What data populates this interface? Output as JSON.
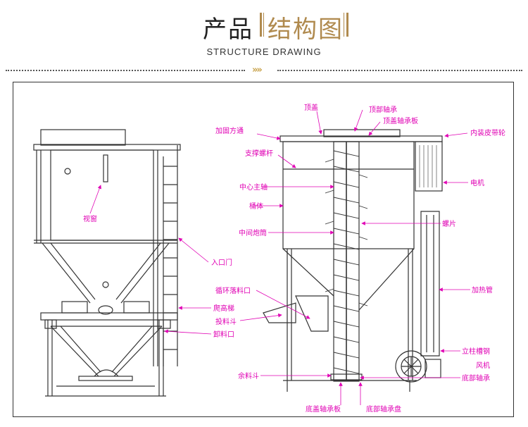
{
  "header": {
    "title_main": "产品",
    "title_accent": "结构图",
    "subtitle": "STRUCTURE DRAWING"
  },
  "colors": {
    "accent": "#b08a4e",
    "label": "#e000b4",
    "line": "#333333"
  },
  "left_labels": {
    "sight_window": "视窗",
    "inlet_door": "入口门",
    "ladder": "爬高梯",
    "discharge": "卸料口"
  },
  "right_labels": {
    "top_cover": "顶盖",
    "top_bearing": "顶部轴承",
    "top_cover_bearing_plate": "顶盖轴承板",
    "reinforced_square_tube": "加固方通",
    "inner_pulley": "内装皮带轮",
    "support_rod": "支撑螺杆",
    "motor": "电机",
    "center_shaft": "中心主轴",
    "barrel": "桶体",
    "middle_cannon_tube": "中间炮筒",
    "blade": "螺片",
    "circulation_port": "循环落料口",
    "heating_tube": "加热管",
    "feed_hopper": "投料斗",
    "column_channel": "立柱槽钢",
    "fan": "风机",
    "surplus_hopper": "余料斗",
    "bottom_bearing": "底部轴承",
    "bottom_cover_bearing_plate": "底盖轴承板",
    "bottom_bearing_plate": "底部轴承盘"
  }
}
